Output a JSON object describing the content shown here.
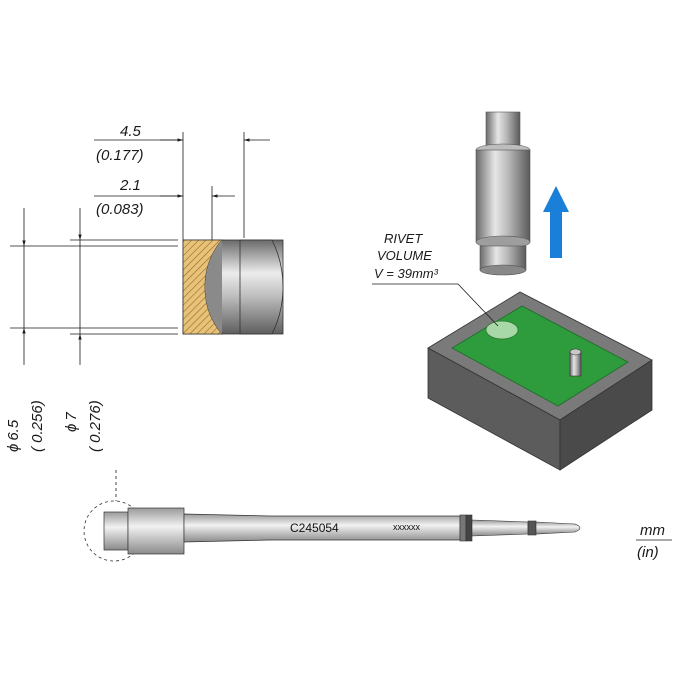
{
  "dimensions": {
    "length_outer_mm": "4.5",
    "length_outer_in": "(0.177)",
    "length_inner_mm": "2.1",
    "length_inner_in": "(0.083)",
    "dia_inner_mm": "6.5",
    "dia_inner_in": "( 0.256)",
    "dia_outer_mm": "7",
    "dia_outer_in": "( 0.276)",
    "phi_symbol": "ϕ"
  },
  "rivet": {
    "line1": "RIVET",
    "line2": "VOLUME",
    "line3": "V = 39mm³"
  },
  "cartridge": {
    "part_number": "C245054",
    "code": "xxxxxx"
  },
  "units": {
    "mm": "mm",
    "in": "(in)"
  },
  "colors": {
    "arrow": "#1a7fd9",
    "pcb": "#2e9b3c",
    "body": "#555555",
    "hatch": "#c89a3a"
  }
}
